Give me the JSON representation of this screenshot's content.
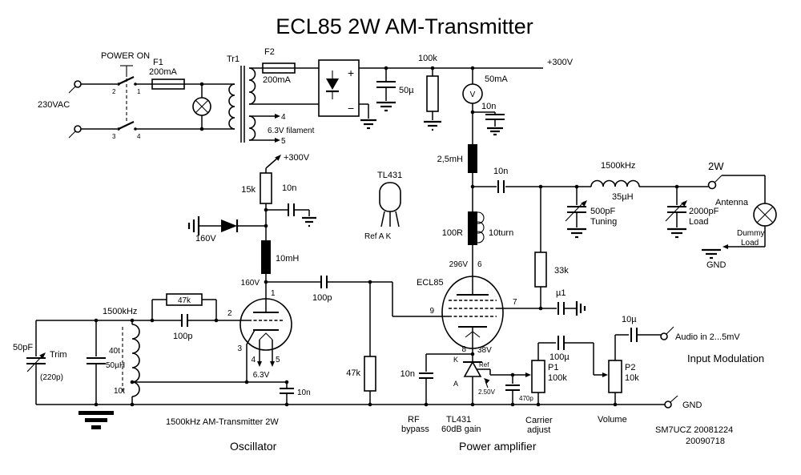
{
  "title": "ECL85  2W AM-Transmitter",
  "power": {
    "power_on": "POWER ON",
    "mains": "230VAC",
    "sw_top_left": "2",
    "sw_top_right": "1",
    "sw_bot_left": "3",
    "sw_bot_right": "4",
    "f1": "F1",
    "f1_rating": "200mA",
    "tr1": "Tr1",
    "f2": "F2",
    "f2_rating": "200mA",
    "bridge_plus": "+",
    "bridge_minus": "−",
    "filter_cap": "50µ",
    "bleeder": "100k",
    "rail": "+300V",
    "fil_pin_top": "4",
    "fil_label": "6.3V filament",
    "fil_pin_bot": "5",
    "meter_symbol": "V",
    "meter_range": "50mA",
    "meter_cap": "10n"
  },
  "pa": {
    "choke": "2,5mH",
    "coupling_cap": "10n",
    "supp_r": "100R",
    "supp_l": "10turn",
    "screen_r": "33k",
    "screen_cap": "µ1",
    "tube": "ECL85",
    "anode_v": "296V",
    "pin6": "6",
    "pin7": "7",
    "pin8": "8",
    "pin9": "9",
    "cathode_v": "38V",
    "grid_r": "47k",
    "bypass_cap": "10n",
    "bypass_l1": "RF",
    "bypass_l2": "bypass",
    "reg_name": "TL431",
    "reg_gain": "60dB gain",
    "reg_k": "K",
    "reg_a": "A",
    "reg_ref": "Ref",
    "ref_v": "2.50V",
    "ref_cap": "470p"
  },
  "tank": {
    "freq": "1500kHz",
    "coil": "35µH",
    "tune_val": "500pF",
    "tune_lbl": "Tuning",
    "load_val": "2000pF",
    "load_lbl": "Load",
    "power": "2W",
    "antenna": "Antenna",
    "dummy_l1": "Dummy",
    "dummy_l2": "Load",
    "gnd": "GND"
  },
  "tl431_pkg": {
    "name": "TL431",
    "pins": "Ref A  K"
  },
  "osc": {
    "rail": "+300V",
    "dropper": "15k",
    "dec_cap": "10n",
    "zener": "160V",
    "choke": "10mH",
    "node_v": "160V",
    "pin1": "1",
    "pin2": "2",
    "pin3": "3",
    "pin4": "4",
    "pin5": "5",
    "grid_r": "47k",
    "grid_cap": "100p",
    "freq": "1500kHz",
    "coil_t": "40t",
    "coil_l": "50µH",
    "coil_tap": "10t",
    "trim_val": "50pF",
    "trim_lbl": "Trim",
    "trim_max": "(220p)",
    "heater": "6.3V",
    "heater_cap": "10n",
    "coupling_cap": "100p"
  },
  "audio": {
    "p1": "P1",
    "p1_val": "100k",
    "carrier_l1": "Carrier",
    "carrier_l2": "adjust",
    "p2": "P2",
    "p2_val": "10k",
    "volume": "Volume",
    "c100u": "100µ",
    "c10u": "10µ",
    "audio_in": "Audio in 2...5mV",
    "modulation": "Input Modulation",
    "gnd": "GND"
  },
  "footer": {
    "subtitle": "1500kHz  AM-Transmitter  2W",
    "osc_label": "Oscillator",
    "pa_label": "Power amplifier",
    "author": "SM7UCZ  20081224",
    "revision": "20090718"
  }
}
